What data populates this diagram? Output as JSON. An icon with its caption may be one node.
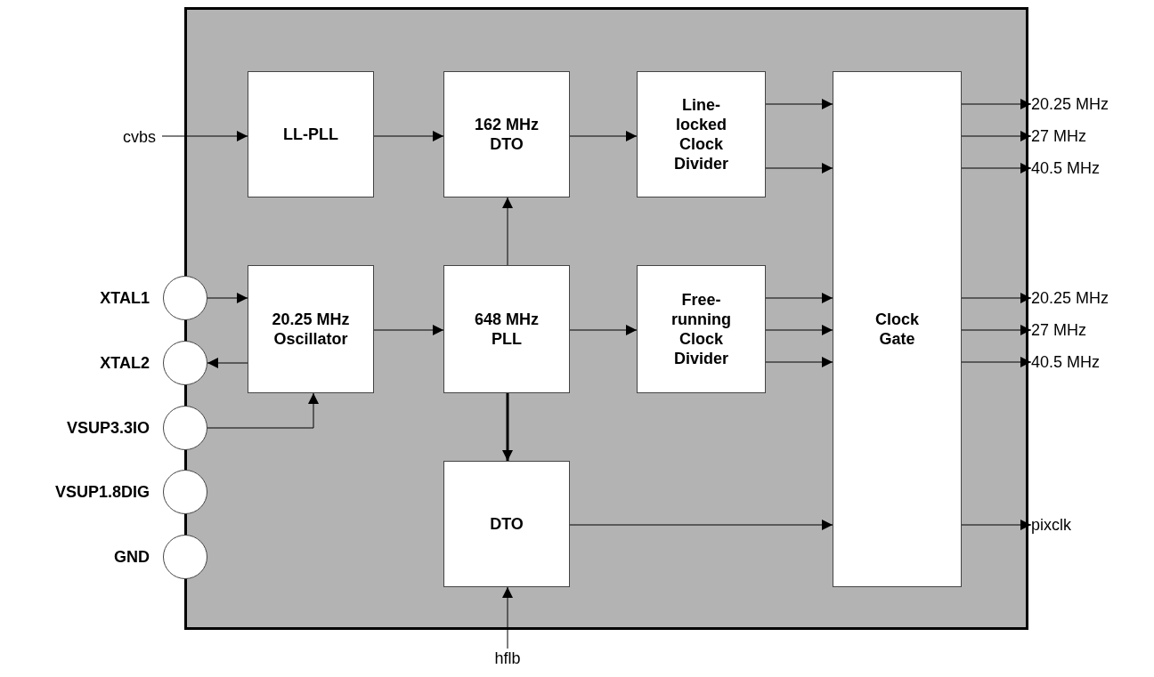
{
  "diagram": {
    "nodes": [
      {
        "text": [],
        "shape": "box"
      },
      {
        "text": [
          "cvbs"
        ]
      },
      {
        "text": [
          "LL-PLL"
        ],
        "in": 0
      },
      {
        "text": [
          "162 MHz DTO"
        ],
        "in": 0
      },
      {
        "text": [
          "Line-locked Clock Divider"
        ],
        "in": 0
      },
      {
        "text": [
          "Clock Gate"
        ],
        "in": 0
      },
      {
        "text": [
          "20.25 MHz"
        ]
      },
      {
        "text": [
          "27 MHz"
        ]
      },
      {
        "text": [
          "40.5 MHz"
        ]
      },
      {
        "text": [
          "20.25 MHz"
        ]
      },
      {
        "text": [
          "27 MHz"
        ]
      },
      {
        "text": [
          "40.5 MHz"
        ]
      },
      {
        "text": [],
        "shape": "circle",
        "beside": [
          "XTAL1"
        ]
      },
      {
        "text": [
          "20.25 MHz Oscillator"
        ],
        "in": 0
      },
      {
        "text": [
          "648 MHz PLL"
        ],
        "in": 0
      },
      {
        "text": [
          "Free-running Clock Divider"
        ],
        "in": 0
      },
      {
        "text": [],
        "shape": "circle",
        "beside": [
          "XTAL2"
        ]
      },
      {
        "text": [],
        "shape": "circle",
        "beside": [
          "VSUP3.3IO"
        ]
      },
      {
        "text": [],
        "shape": "circle",
        "beside": [
          "VSUP1.8DIG"
        ]
      },
      {
        "text": [],
        "shape": "circle",
        "beside": [
          "GND"
        ]
      },
      {
        "text": [
          "DTO"
        ],
        "in": 0
      },
      {
        "text": [
          "pixclk"
        ]
      },
      {
        "text": [
          "hflb"
        ]
      }
    ],
    "edges": [
      {
        "from": 1,
        "to": 2,
        "arrow": "to"
      },
      {
        "from": 2,
        "to": 3,
        "arrow": "to"
      },
      {
        "from": 3,
        "to": 4,
        "arrow": "to"
      },
      {
        "from": 4,
        "to": 5,
        "arrow": "to"
      },
      {
        "from": 4,
        "to": 5,
        "arrow": "to"
      },
      {
        "from": 5,
        "to": 6,
        "arrow": "to"
      },
      {
        "from": 5,
        "to": 7,
        "arrow": "to"
      },
      {
        "from": 5,
        "to": 8,
        "arrow": "to"
      },
      {
        "from": 5,
        "to": 9,
        "arrow": "to"
      },
      {
        "from": 5,
        "to": 10,
        "arrow": "to"
      },
      {
        "from": 5,
        "to": 11,
        "arrow": "to"
      },
      {
        "from": 12,
        "to": 13,
        "arrow": "to"
      },
      {
        "from": 13,
        "to": 16,
        "arrow": "to"
      },
      {
        "from": 17,
        "to": 13,
        "arrow": "to"
      },
      {
        "from": 13,
        "to": 14,
        "arrow": "to"
      },
      {
        "from": 14,
        "to": 3,
        "arrow": "to"
      },
      {
        "from": 14,
        "to": 15,
        "arrow": "to"
      },
      {
        "from": 15,
        "to": 5,
        "arrow": "to"
      },
      {
        "from": 15,
        "to": 5,
        "arrow": "to"
      },
      {
        "from": 15,
        "to": 5,
        "arrow": "to"
      },
      {
        "from": 14,
        "to": 20,
        "arrow": "to",
        "style": "thick"
      },
      {
        "from": 22,
        "to": 20,
        "arrow": "to"
      },
      {
        "from": 20,
        "to": 5,
        "arrow": "to"
      },
      {
        "from": 5,
        "to": 21,
        "arrow": "to"
      }
    ]
  }
}
